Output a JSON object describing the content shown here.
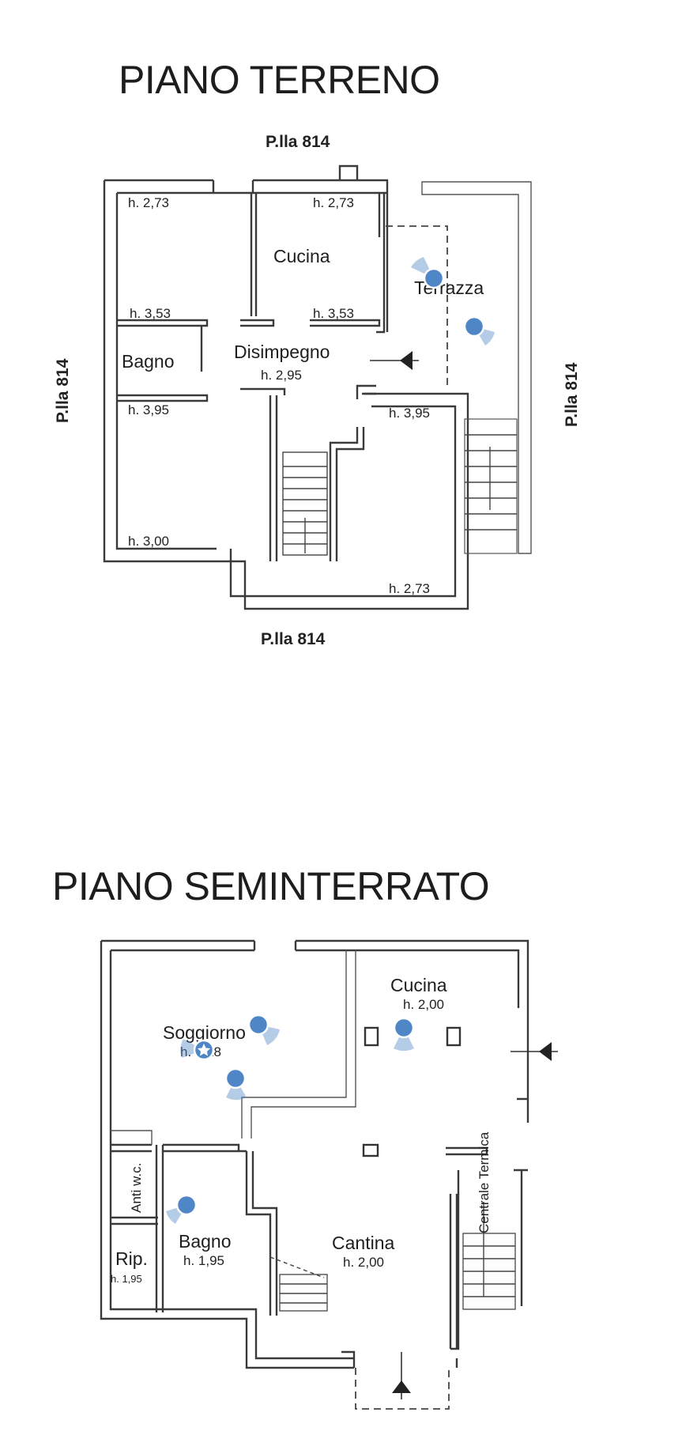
{
  "floors": [
    {
      "title": "PIANO TERRENO",
      "parcel_labels": {
        "top": "P.lla 814",
        "bottom": "P.lla 814",
        "left": "P.lla 814",
        "right": "P.lla 814"
      },
      "rooms": {
        "cucina": "Cucina",
        "disimpegno": "Disimpegno",
        "bagno": "Bagno",
        "terrazza": "Terrazza"
      },
      "heights": {
        "h1": "h. 2,73",
        "h2": "h. 2,73",
        "h3": "h. 3,53",
        "h4": "h. 3,53",
        "h5": "h. 2,95",
        "h6": "h. 3,95",
        "h7": "h. 3,95",
        "h8": "h. 3,00",
        "h9": "h. 2,73"
      }
    },
    {
      "title": "PIANO SEMINTERRATO",
      "rooms": {
        "soggiorno": "Soggiorno",
        "cucina": "Cucina",
        "anti_wc": "Anti w.c.",
        "bagno": "Bagno",
        "rip": "Rip.",
        "cantina": "Cantina",
        "centrale_termica": "Centrale Termica"
      },
      "heights": {
        "soggiorno": "h. 2,28",
        "cucina": "h. 2,00",
        "bagno": "h. 1,95",
        "rip": "h. 1,95",
        "cantina": "h. 2,00"
      }
    }
  ],
  "colors": {
    "hotspot": "#4f86c6",
    "walls": "#3a3a3a"
  },
  "hotspots": [
    {
      "id": "terrazza-view-1",
      "icon": "panorama-viewpoint-icon"
    },
    {
      "id": "terrazza-view-2",
      "icon": "panorama-viewpoint-icon"
    },
    {
      "id": "soggiorno-view-1",
      "icon": "panorama-viewpoint-icon"
    },
    {
      "id": "soggiorno-view-current",
      "icon": "star-icon"
    },
    {
      "id": "soggiorno-view-2",
      "icon": "panorama-viewpoint-icon"
    },
    {
      "id": "cucina-view",
      "icon": "panorama-viewpoint-icon"
    },
    {
      "id": "bagno-view",
      "icon": "panorama-viewpoint-icon"
    }
  ]
}
